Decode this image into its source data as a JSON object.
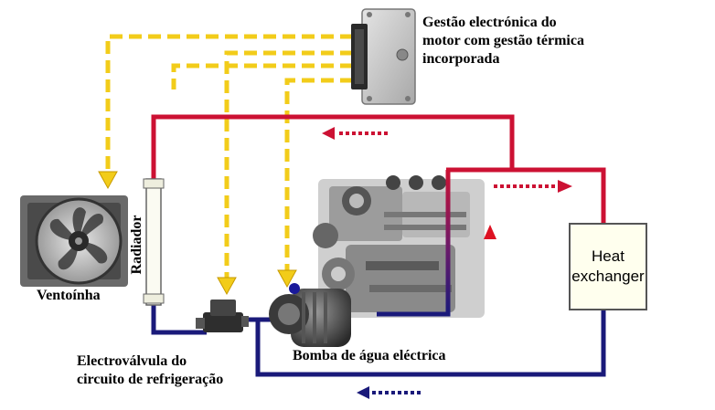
{
  "labels": {
    "ecu": "Gestão electrónica do\nmotor com gestão térmica\nincorporada",
    "ventoinha": "Ventoínha",
    "radiador": "Radiador",
    "heat_exchanger": "Heat\nexchanger",
    "bomba": "Bomba de água eléctrica",
    "valve": "Electroválvula do\ncircuito de refrigeração"
  },
  "colors": {
    "hot_line": "#cc1133",
    "cold_line": "#1a1a7a",
    "signal_line": "#f2cc1a",
    "background": "#ffffff"
  }
}
